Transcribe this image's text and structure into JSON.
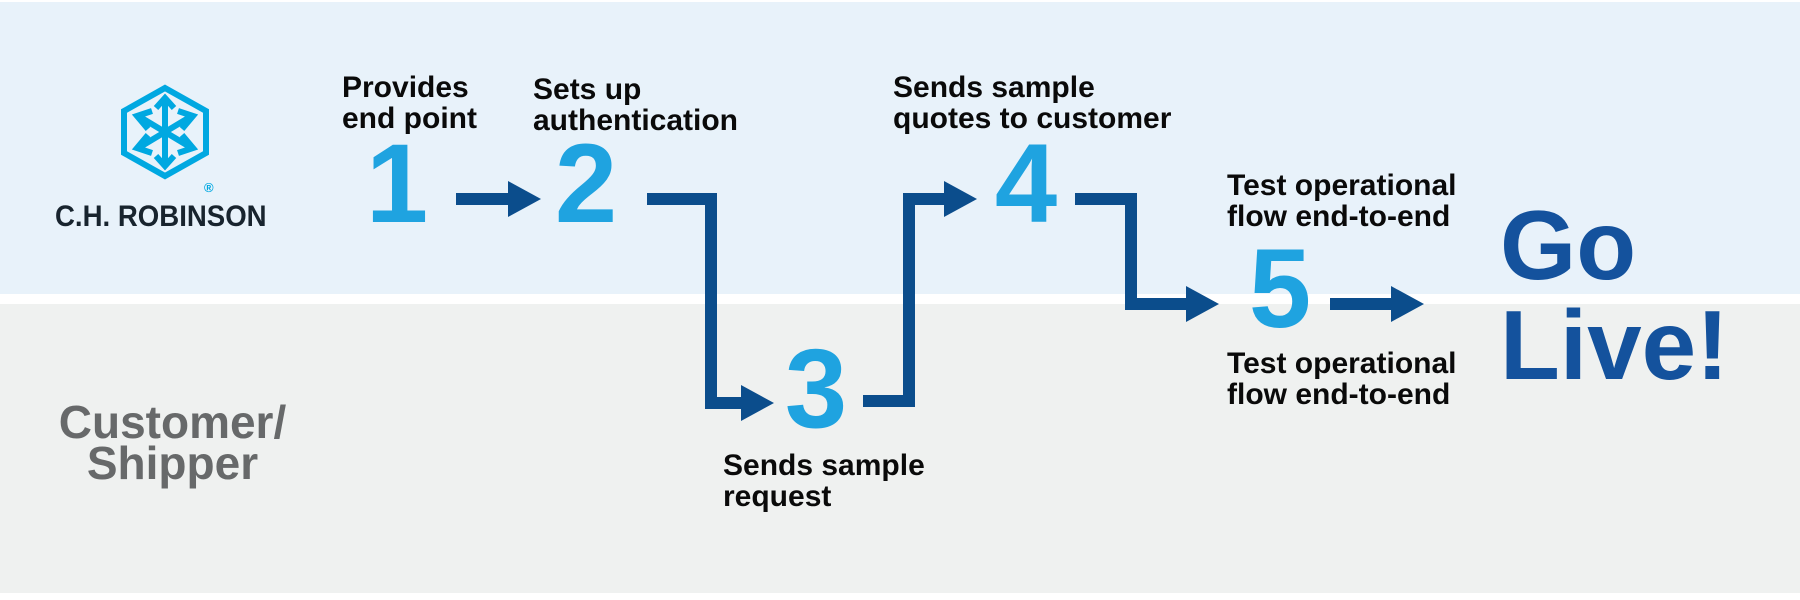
{
  "colors": {
    "band-blue": "#E8F2FA",
    "band-gray": "#EFF1F0",
    "cyan": "#1FA3E0",
    "navy": "#0B4D8C",
    "golive-blue": "#14529D",
    "logo-blue": "#00A8E1",
    "wordmark-dark": "#18242E",
    "label-dark": "#0A0A0A",
    "customer-gray": "#67696A"
  },
  "brand": {
    "wordmark": "C.H. ROBINSON",
    "registered_mark": "®",
    "logo_icon": "hexagon-arrows-logo"
  },
  "lanes": {
    "bottom": {
      "label_line1": "Customer/",
      "label_line2": "Shipper"
    }
  },
  "steps": [
    {
      "number": "1",
      "label_line1": "Provides",
      "label_line2": "end point"
    },
    {
      "number": "2",
      "label_line1": "Sets up",
      "label_line2": "authentication"
    },
    {
      "number": "3",
      "label_line1": "Sends sample",
      "label_line2": "request"
    },
    {
      "number": "4",
      "label_line1": "Sends sample",
      "label_line2": "quotes to customer"
    },
    {
      "number": "5",
      "label_top_line1": "Test operational",
      "label_top_line2": "flow end-to-end",
      "label_bottom_line1": "Test operational",
      "label_bottom_line2": "flow end-to-end"
    }
  ],
  "outcome": {
    "line1": "Go",
    "line2": "Live!"
  }
}
